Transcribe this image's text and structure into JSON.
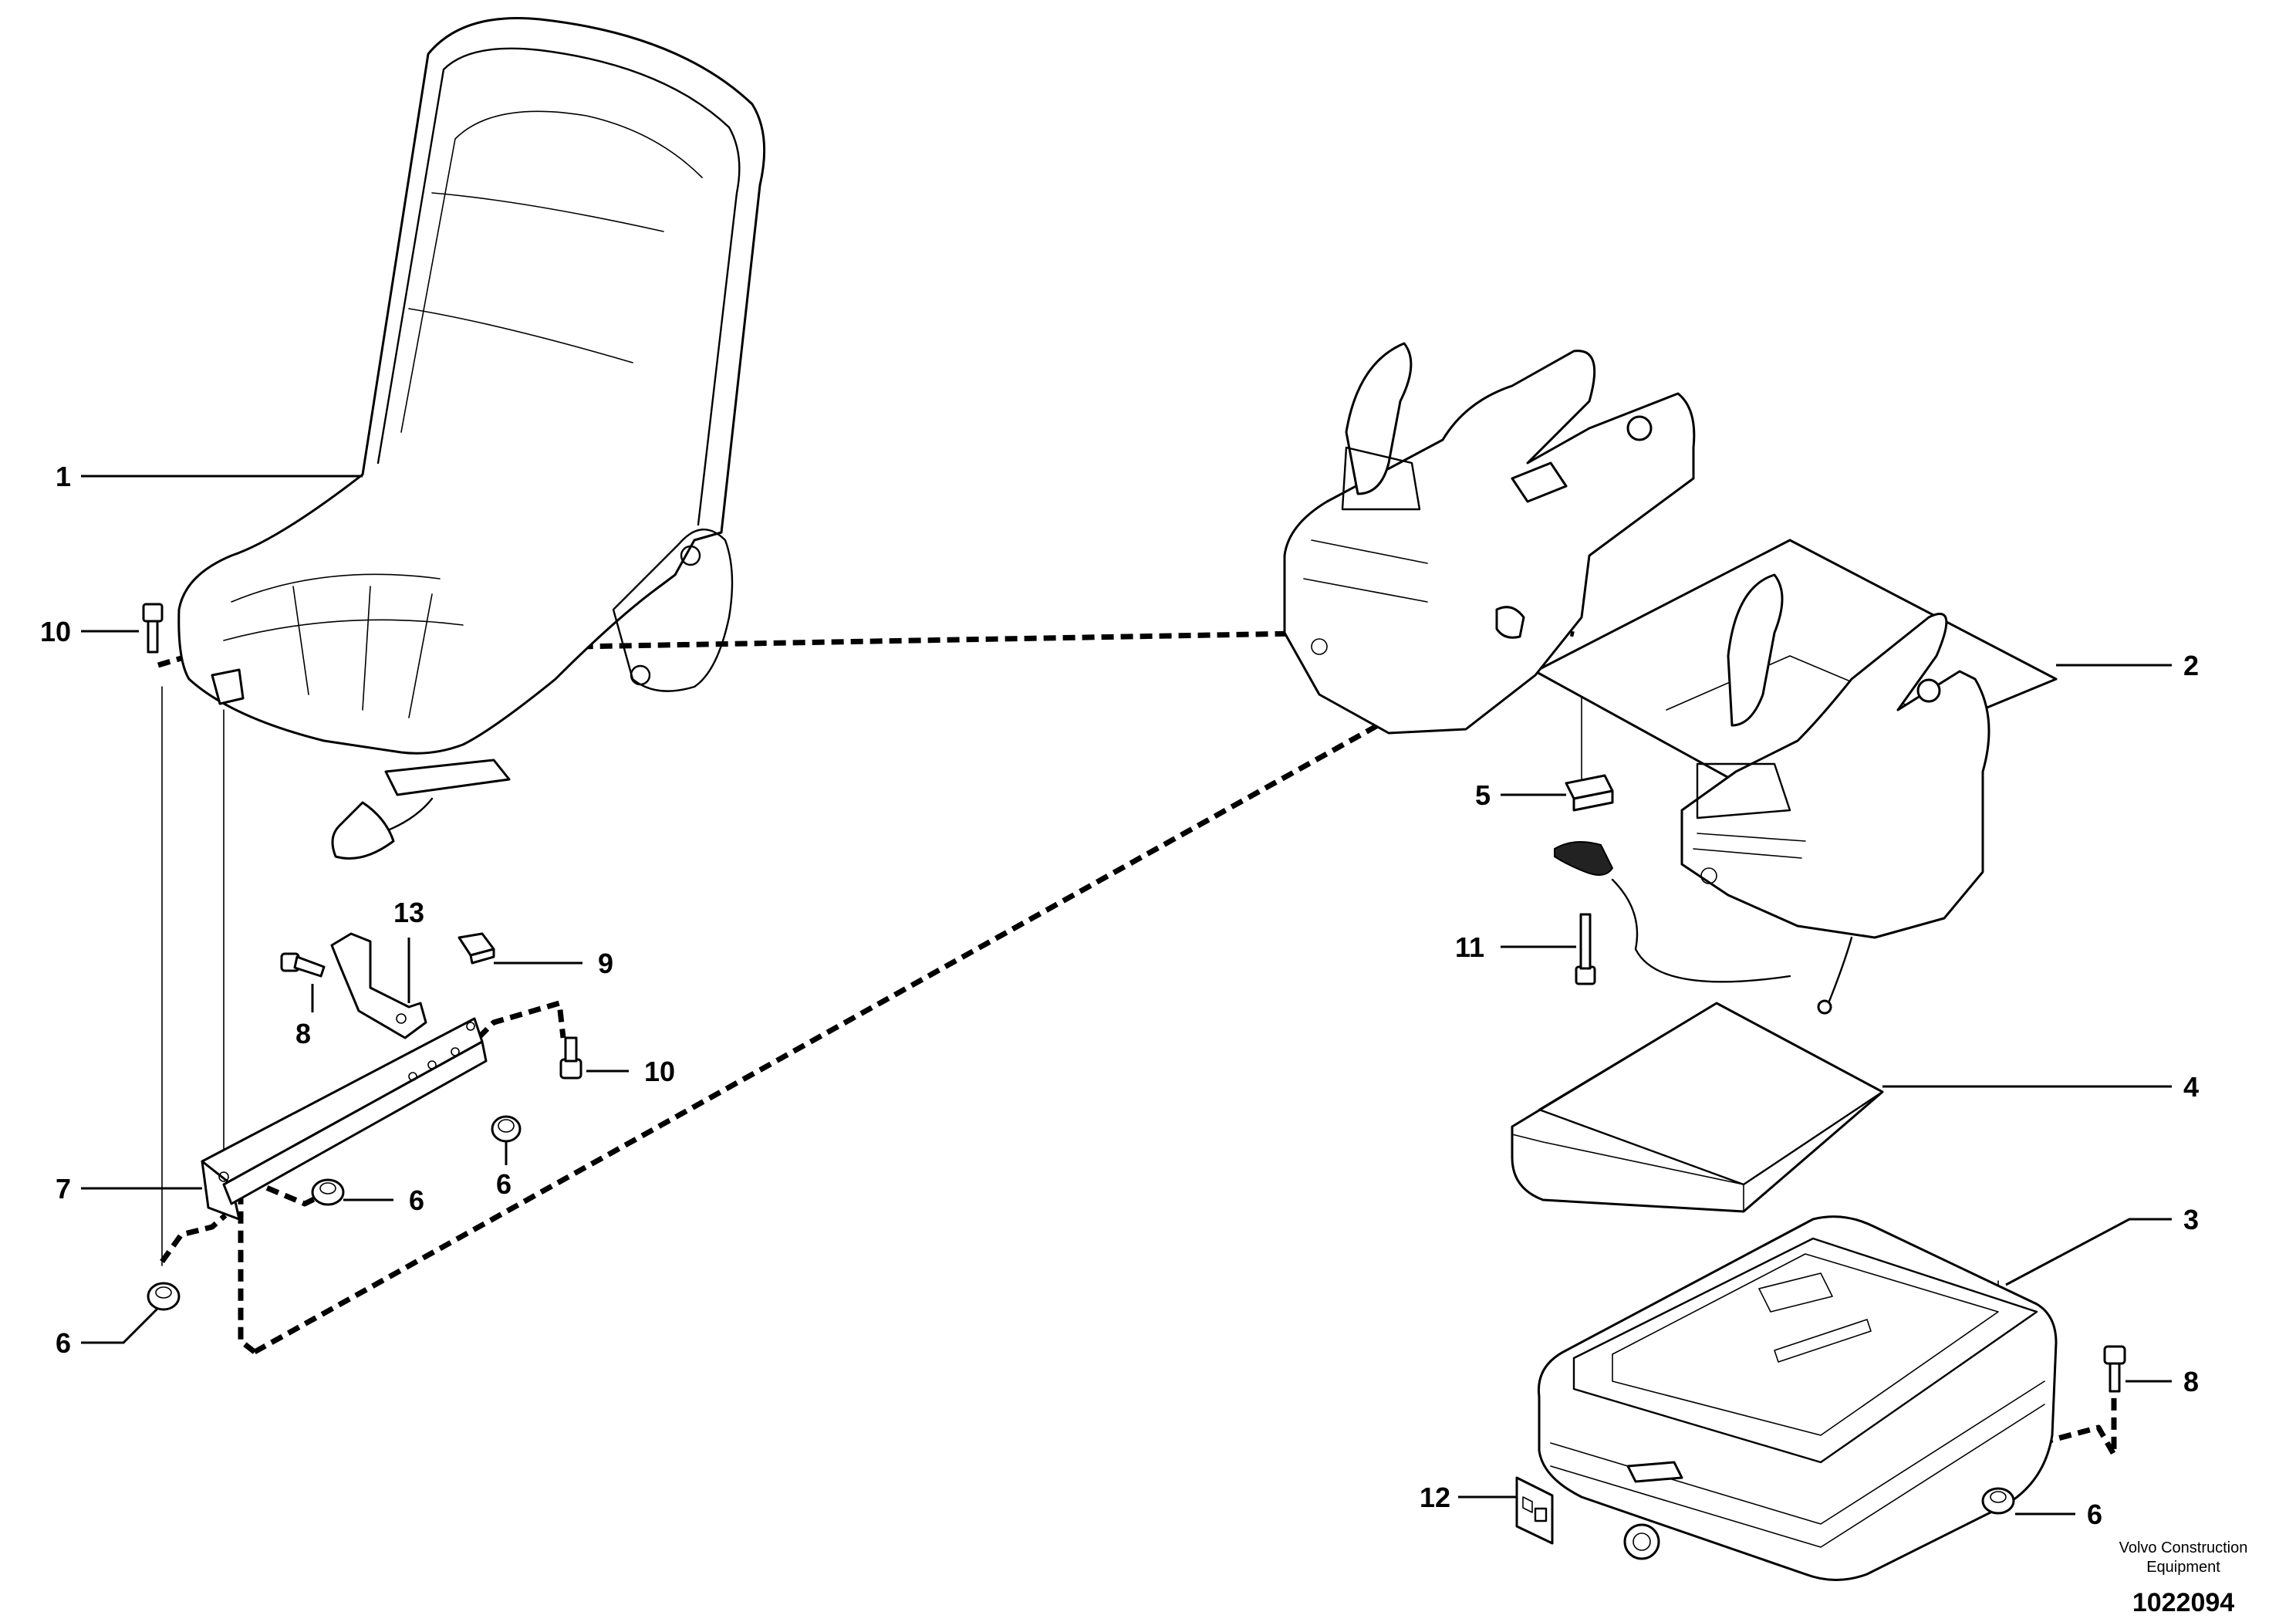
{
  "callouts": {
    "c1": "1",
    "c2": "2",
    "c3": "3",
    "c4": "4",
    "c5": "5",
    "c6a": "6",
    "c6b": "6",
    "c6c": "6",
    "c6d": "6",
    "c7": "7",
    "c8a": "8",
    "c8b": "8",
    "c9": "9",
    "c10a": "10",
    "c10b": "10",
    "c11": "11",
    "c12": "12",
    "c13": "13"
  },
  "footer": {
    "brand_line1": "Volvo Construction",
    "brand_line2": "Equipment",
    "figure_number": "1022094"
  }
}
